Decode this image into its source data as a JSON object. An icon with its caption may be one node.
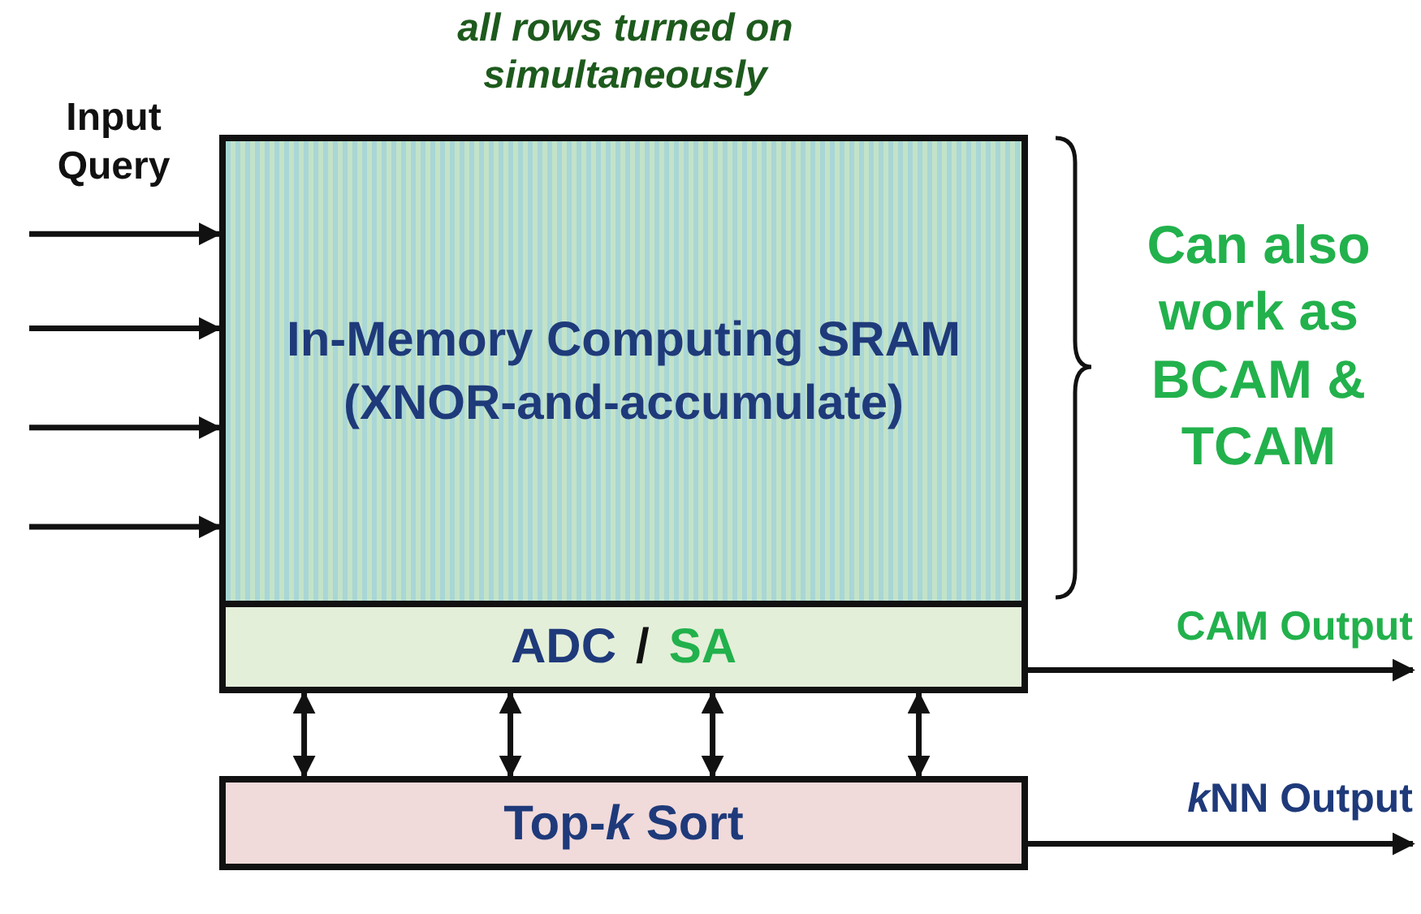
{
  "diagram": {
    "nodes": [
      {
        "text": [
          "In-Memory Computing SRAM (XNOR-and-accumulate)"
        ]
      },
      {
        "text": [
          "ADC",
          "/",
          "SA"
        ]
      },
      {
        "text": [
          "Top-*k* Sort"
        ]
      }
    ],
    "edges": [
      {
        "from": null,
        "to": 0,
        "arrow": "to"
      },
      {
        "from": null,
        "to": 0,
        "arrow": "to"
      },
      {
        "from": null,
        "to": 0,
        "arrow": "to"
      },
      {
        "from": null,
        "to": 0,
        "arrow": "to"
      },
      {
        "from": 1,
        "to": 2,
        "arrow": "both"
      },
      {
        "from": 1,
        "to": 2,
        "arrow": "both"
      },
      {
        "from": 1,
        "to": 2,
        "arrow": "both"
      },
      {
        "from": 1,
        "to": 2,
        "arrow": "both"
      },
      {
        "from": 1,
        "to": null,
        "arrow": "to",
        "label": "CAM Output"
      },
      {
        "from": 2,
        "to": null,
        "arrow": "to",
        "label": "kNN Output"
      }
    ],
    "labels": [
      "all rows turned on simultaneously",
      "Input Query",
      "Can also work as BCAM & TCAM"
    ]
  }
}
